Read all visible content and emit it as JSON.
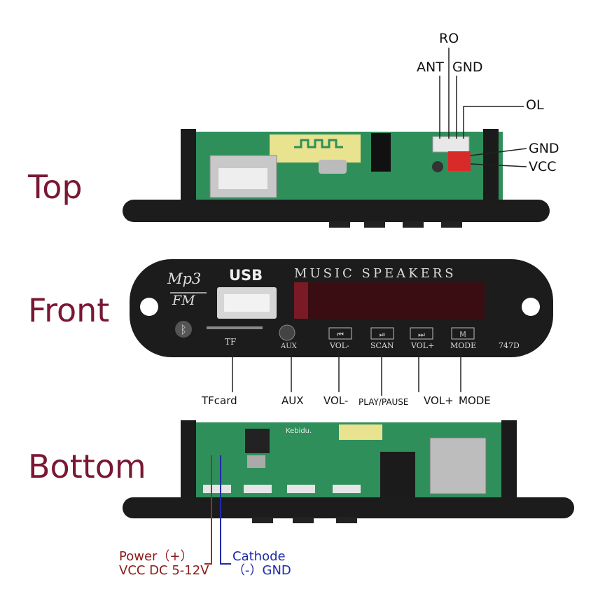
{
  "views": {
    "top": "Top",
    "front": "Front",
    "bottom": "Bottom"
  },
  "top_pins": {
    "ro": "RO",
    "ant": "ANT",
    "gnd_top": "GND",
    "ol": "OL",
    "gnd": "GND",
    "vcc": "VCC"
  },
  "front_panel": {
    "logo_line1": "Mp3",
    "logo_line2": "FM",
    "usb": "USB",
    "music_speakers": "MUSIC SPEAKERS",
    "tf": "TF",
    "aux": "AUX",
    "vol_minus": "VOL-",
    "scan": "SCAN",
    "vol_plus": "VOL+",
    "mode": "MODE",
    "model": "747D"
  },
  "front_callouts": {
    "tfcard": "TFcard",
    "aux": "AUX",
    "vol_minus": "VOL-",
    "play_pause": "PLAY/PAUSE",
    "vol_plus": "VOL+",
    "mode": "MODE"
  },
  "bottom_board": {
    "brand": "Kebidu."
  },
  "power": {
    "line1": "Power（+）",
    "line2": "VCC DC 5-12V",
    "cathode1": "Cathode",
    "cathode2": "（-）GND"
  },
  "colors": {
    "label": "#7a1733",
    "power": "#8b1a1a",
    "cathode": "#1f2aa8",
    "pcb": "#2e8b57",
    "panel": "#1c1c1c"
  }
}
